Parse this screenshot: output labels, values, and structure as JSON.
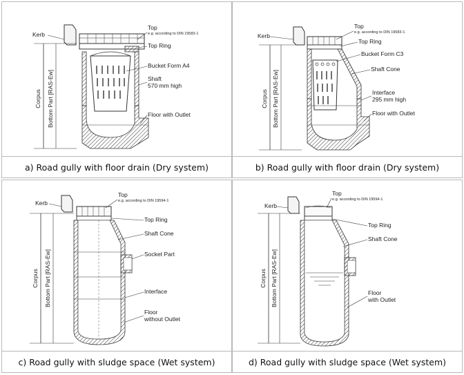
{
  "panels": {
    "a": {
      "caption": "a) Road gully with floor drain (Dry system)",
      "labels": {
        "kerb": "Kerb",
        "top": "Top",
        "top_note": "e.g. according to DIN 19583-1",
        "top_ring": "Top Ring",
        "bucket": "Bucket Form A4",
        "shaft": "Shaft",
        "shaft_height": "570 mm high",
        "floor": "Floor with Outlet",
        "corpus": "Corpus",
        "bottom_part": "Bottom Part [RAS-Ew]"
      }
    },
    "b": {
      "caption": "b) Road gully with floor drain (Dry system)",
      "labels": {
        "kerb": "Kerb",
        "top": "Top",
        "top_note": "e.g. according to DIN 19583-1",
        "top_ring": "Top Ring",
        "bucket": "Bucket Form C3",
        "shaft_cone": "Shaft Cone",
        "interface": "Interface",
        "interface_height": "295 mm high",
        "floor": "Floor with Outlet",
        "corpus": "Corpus",
        "bottom_part": "Bottom Part [RAS-Ew]"
      }
    },
    "c": {
      "caption": "c) Road gully with sludge space (Wet system)",
      "labels": {
        "kerb": "Kerb",
        "top": "Top",
        "top_note": "e.g. according to DIN 19594-1",
        "top_ring": "Top Ring",
        "shaft_cone": "Shaft Cone",
        "socket": "Socket Part",
        "interface": "Interface",
        "floor": "Floor",
        "floor_note": "without Outlet",
        "corpus": "Corpus",
        "bottom_part": "Bottom Part [RAS-Ew]"
      }
    },
    "d": {
      "caption": "d) Road gully with sludge space (Wet system)",
      "labels": {
        "kerb": "Kerb",
        "top": "Top",
        "top_note": "e.g. according to DIN 19594-1",
        "top_ring": "Top Ring",
        "shaft_cone": "Shaft Cone",
        "floor": "Floor",
        "floor_note": "with Outlet",
        "corpus": "Corpus",
        "bottom_part": "Bottom Part [RAS-Ew]"
      }
    }
  }
}
